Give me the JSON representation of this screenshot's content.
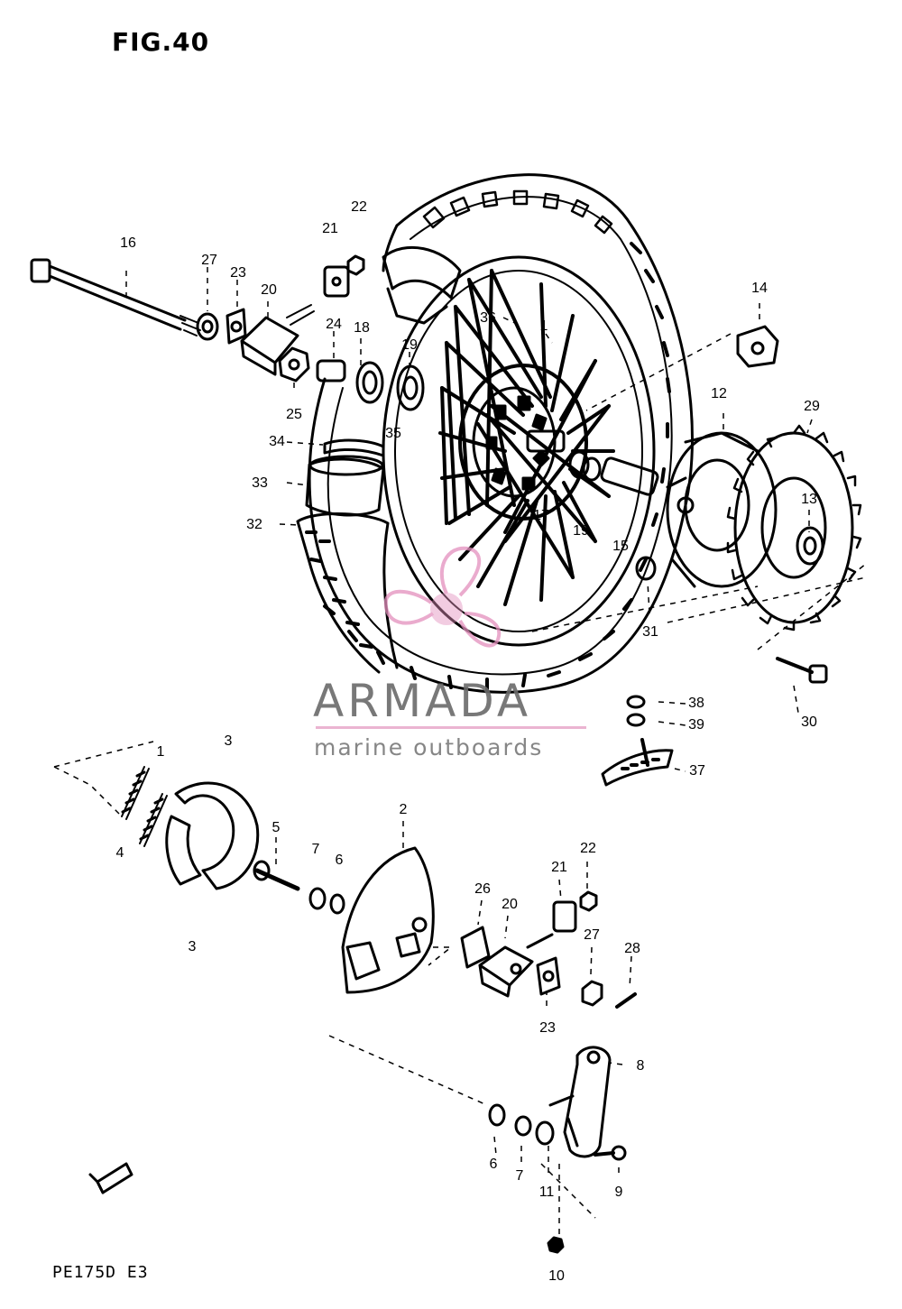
{
  "figure": {
    "title": "FIG.40",
    "model": "PE175D  E3"
  },
  "brand": {
    "name": "ARMADA",
    "tagline": "marine outboards",
    "accent_color": "#e38fbd",
    "text_color": "#6a6a6a"
  },
  "diagram": {
    "ink_color": "#000000",
    "paper_color": "#ffffff",
    "callouts": [
      "16",
      "27",
      "23",
      "20",
      "21",
      "22",
      "24",
      "18",
      "19",
      "25",
      "36",
      "1",
      "14",
      "34",
      "35",
      "33",
      "32",
      "17",
      "19",
      "15",
      "12",
      "29",
      "13",
      "31",
      "30",
      "38",
      "39",
      "37",
      "1",
      "3",
      "4",
      "3",
      "5",
      "7",
      "6",
      "2",
      "26",
      "20",
      "21",
      "22",
      "27",
      "28",
      "23",
      "8",
      "6",
      "7",
      "11",
      "9",
      "10"
    ]
  }
}
